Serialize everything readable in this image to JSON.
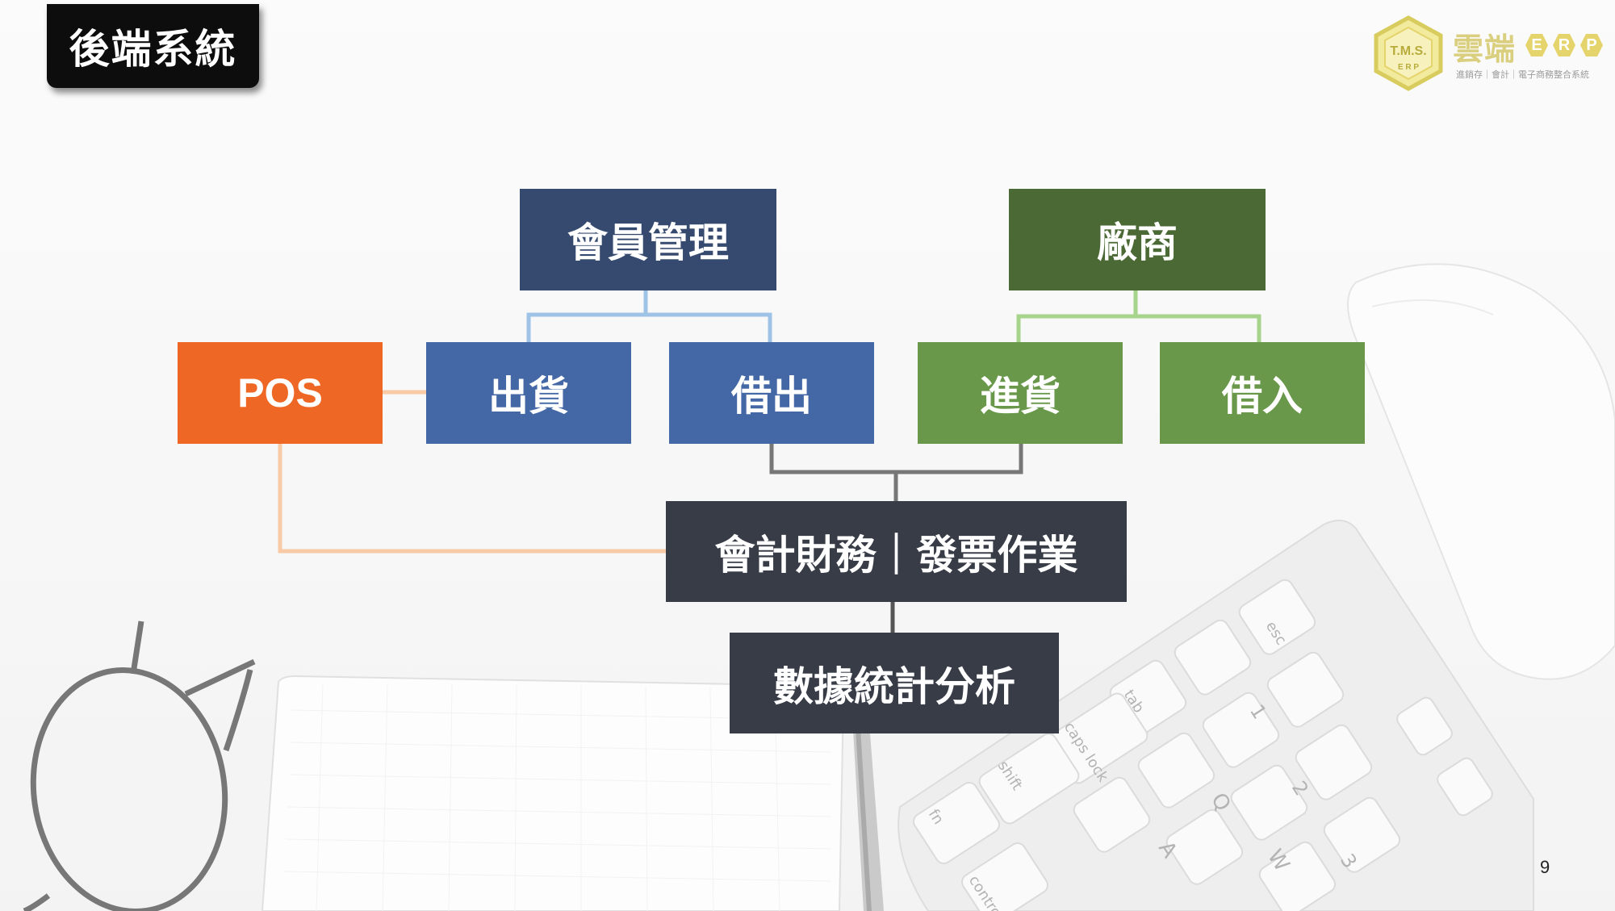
{
  "slide": {
    "title": "後端系統",
    "page_number": "9"
  },
  "logo": {
    "badge_text": "T.M.S.",
    "badge_sub": "E R P",
    "name": "雲端",
    "erp_letters": [
      "E",
      "R",
      "P"
    ],
    "tagline": "進銷存｜會計｜電子商務整合系統"
  },
  "diagram": {
    "nodes": {
      "member": {
        "label": "會員管理",
        "color": "#354a6e"
      },
      "vendor": {
        "label": "廠商",
        "color": "#4a6934"
      },
      "pos": {
        "label": "POS",
        "color": "#ef6724"
      },
      "shipping": {
        "label": "出貨",
        "color": "#4467a6"
      },
      "lend_out": {
        "label": "借出",
        "color": "#4467a6"
      },
      "purchase": {
        "label": "進貨",
        "color": "#69984a"
      },
      "borrow_in": {
        "label": "借入",
        "color": "#69984a"
      },
      "accounting": {
        "label": "會計財務｜發票作業",
        "color": "#383c47"
      },
      "analytics": {
        "label": "數據統計分析",
        "color": "#383c47"
      }
    },
    "connector_colors": {
      "blue": "#9fc3e6",
      "green": "#a6d48b",
      "gray": "#777777",
      "orange": "#f8caa6",
      "dark": "#555555"
    }
  },
  "icons": {
    "background_art": [
      "eyeglasses-icon",
      "notebook-icon",
      "pen-icon",
      "keyboard-icon",
      "mouse-icon"
    ],
    "keyboard_keys": [
      "esc",
      "tab",
      "caps lock",
      "shift",
      "fn",
      "control",
      "Q",
      "A",
      "W",
      "1",
      "2",
      "3"
    ]
  }
}
